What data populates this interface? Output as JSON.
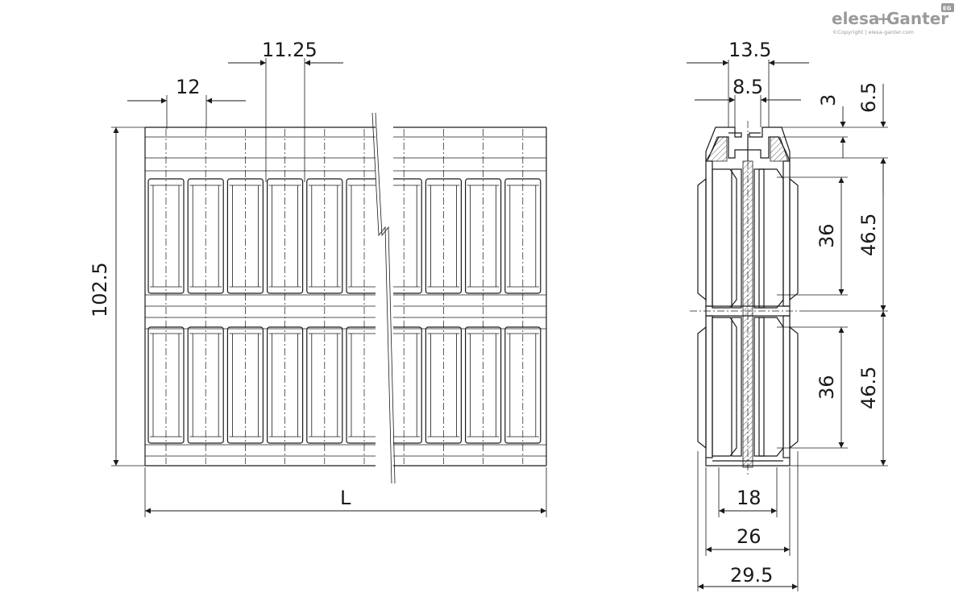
{
  "brand": {
    "logo_elesa": "elesa",
    "logo_plus": "+",
    "logo_ganter": "Ganter",
    "badge": "EG",
    "copyright": "©Copyright | elesa-ganter.com"
  },
  "front_view": {
    "dim_roller_pitch": "12",
    "dim_roller_offset": "11.25",
    "dim_height": "102.5",
    "dim_length": "L"
  },
  "side_view": {
    "dim_top_width": "13.5",
    "dim_slot_width": "8.5",
    "dim_slot_depth": "3",
    "dim_head_height": "6.5",
    "dim_upper_roller": "36",
    "dim_upper_lane": "46.5",
    "dim_lower_roller": "36",
    "dim_lower_lane": "46.5",
    "dim_inner_width": "18",
    "dim_body_width": "26",
    "dim_overall_width": "29.5"
  },
  "colors": {
    "line": "#1a1a1a",
    "logo": "#9a9a9a"
  }
}
